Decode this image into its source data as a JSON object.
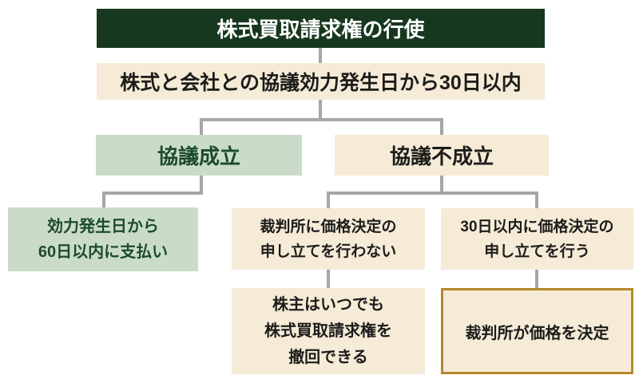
{
  "palette": {
    "header_bg": "#17381f",
    "header_text": "#ffffff",
    "green_bg": "#cadcc8",
    "green_text": "#1c4a2d",
    "beige_bg": "#f5ebd7",
    "dark_text": "#1c1c1a",
    "highlight_border": "#b5882e",
    "connector": "#a6a6a6",
    "background": "#ffffff"
  },
  "flowchart": {
    "title": "株式買取請求権の行使",
    "deadline": "株式と会社との協議効力発生日から30日以内",
    "agreement": "協議成立",
    "no_agreement": "協議不成立",
    "payment": {
      "line1": "効力発生日から",
      "line2": "60日以内に支払い"
    },
    "no_petition": {
      "line1": "裁判所に価格決定の",
      "line2": "申し立てを行わない"
    },
    "petition": {
      "line1": "30日以内に価格決定の",
      "line2": "申し立てを行う"
    },
    "withdraw": {
      "line1": "株主はいつでも",
      "line2": "株式買取請求権を",
      "line3": "撤回できる"
    },
    "court_decision": "裁判所が価格を決定"
  }
}
